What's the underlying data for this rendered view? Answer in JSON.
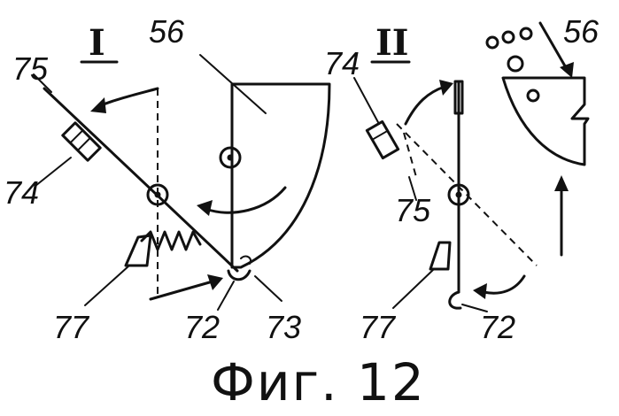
{
  "figure": {
    "caption": "Фиг. 12",
    "view_labels": {
      "view_one": "I",
      "view_two": "II"
    },
    "labels": {
      "l56_left": "56",
      "l56_right": "56",
      "l75_left": "75",
      "l74_left": "74",
      "l77_left": "77",
      "l72_left": "72",
      "l73": "73",
      "l74_right": "74",
      "l75_right": "75",
      "l77_right": "77",
      "l72_right": "72"
    }
  }
}
